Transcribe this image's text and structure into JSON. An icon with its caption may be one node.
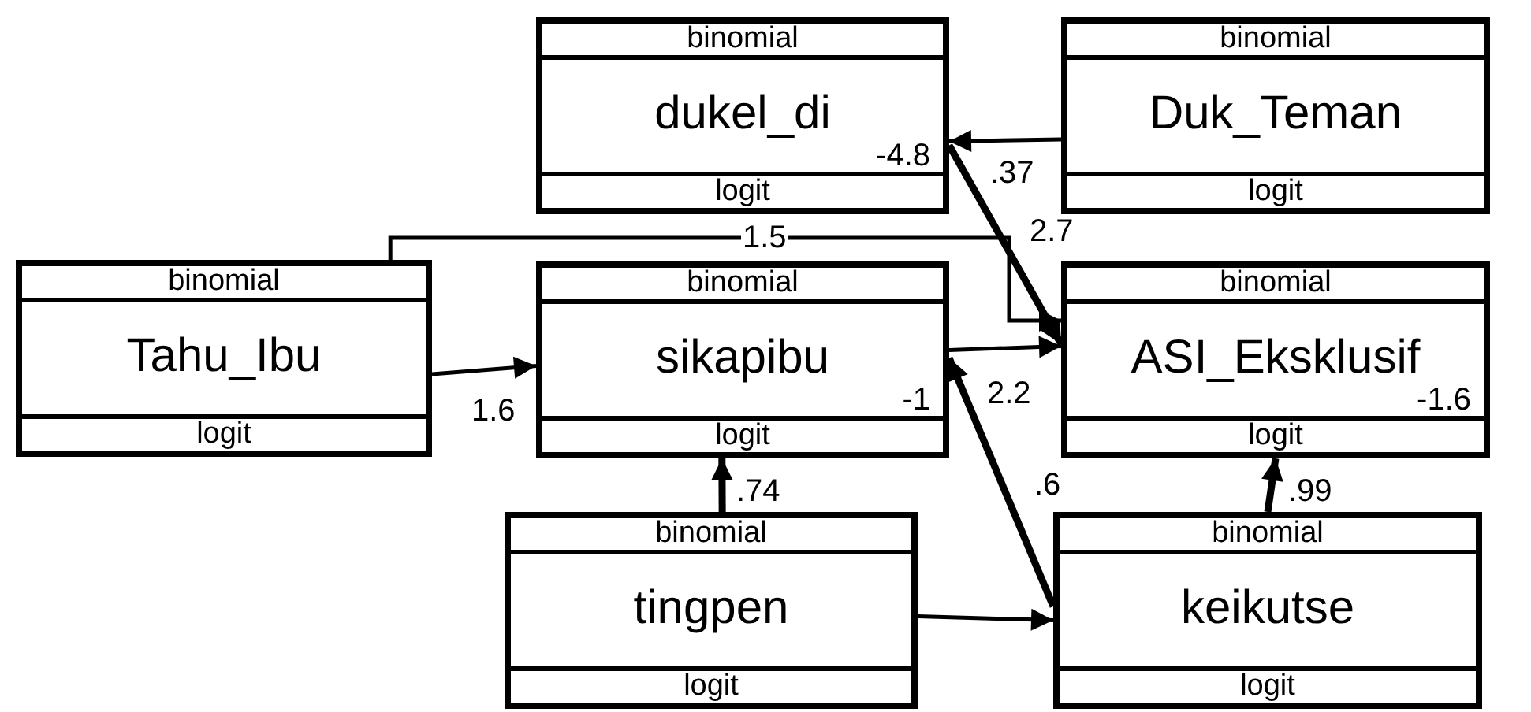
{
  "diagram": {
    "nodes": [
      {
        "text": [
          "binomial",
          "dukel_di",
          "-4.8",
          "logit"
        ]
      },
      {
        "text": [
          "binomial",
          "Duk_Teman",
          "logit"
        ]
      },
      {
        "text": [
          "binomial",
          "Tahu_Ibu",
          "logit"
        ]
      },
      {
        "text": [
          "binomial",
          "sikapibu",
          "-1",
          "logit"
        ]
      },
      {
        "text": [
          "binomial",
          "ASI_Eksklusif",
          "-1.6",
          "logit"
        ]
      },
      {
        "text": [
          "binomial",
          "tingpen",
          "logit"
        ]
      },
      {
        "text": [
          "binomial",
          "keikutse",
          "logit"
        ]
      }
    ],
    "edges": [
      {
        "from": 1,
        "to": 0,
        "arrow": "to",
        "label": ".37"
      },
      {
        "from": 0,
        "to": 4,
        "arrow": "to",
        "label": "2.7",
        "style": "thick"
      },
      {
        "from": 2,
        "to": 4,
        "arrow": "to",
        "label": "1.5"
      },
      {
        "from": 2,
        "to": 3,
        "arrow": "to",
        "label": "1.6"
      },
      {
        "from": 3,
        "to": 4,
        "arrow": "to",
        "label": "2.2"
      },
      {
        "from": 6,
        "to": 3,
        "arrow": "to",
        "label": ".6",
        "style": "thick"
      },
      {
        "from": 5,
        "to": 3,
        "arrow": "to",
        "label": ".74",
        "style": "thick"
      },
      {
        "from": 5,
        "to": 6,
        "arrow": "to"
      },
      {
        "from": 6,
        "to": 4,
        "arrow": "to",
        "label": ".99",
        "style": "thick"
      }
    ]
  }
}
